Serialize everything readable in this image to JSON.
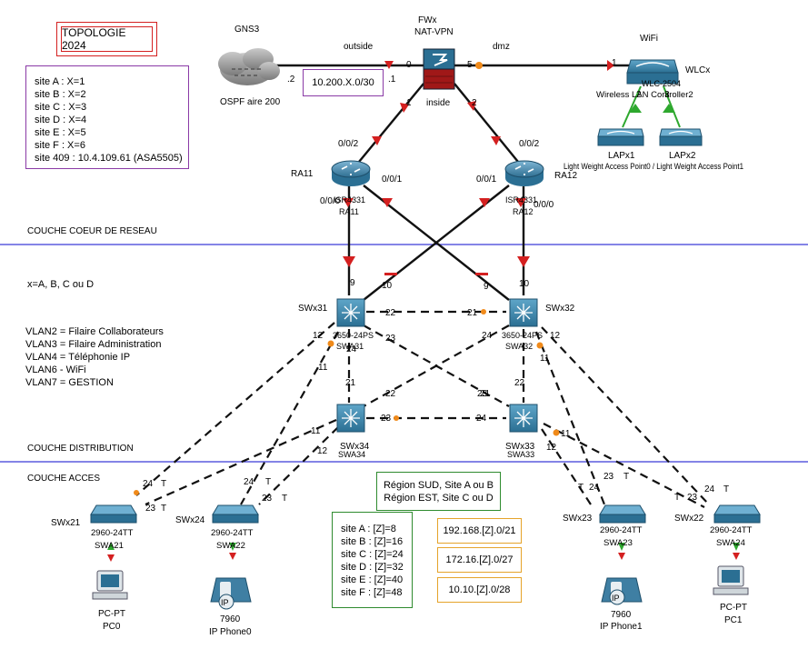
{
  "title": "TOPOLOGIE 2024",
  "sites_x": [
    "site A : X=1",
    "site B : X=2",
    "site C : X=3",
    "site D : X=4",
    "site E : X=5",
    "site F : X=6",
    "site 409 : 10.4.109.61 (ASA5505)"
  ],
  "x_note": "x=A, B, C ou D",
  "vlans": [
    "VLAN2 = Filaire Collaborateurs",
    "VLAN3 = Filaire Administration",
    "VLAN4 = Téléphonie IP",
    "VLAN6 - WiFi",
    "VLAN7 = GESTION"
  ],
  "layers": {
    "core": "COUCHE COEUR DE RESEAU",
    "distribution": "COUCHE DISTRIBUTION",
    "access": "COUCHE ACCES"
  },
  "region": [
    "Région SUD, Site A ou B",
    "Région EST, Site C ou D"
  ],
  "sites_z": [
    "site A : [Z]=8",
    "site B : [Z]=16",
    "site C : [Z]=24",
    "site D : [Z]=32",
    "site E : [Z]=40",
    "site F : [Z]=48"
  ],
  "networks": [
    "192.168.[Z].0/21",
    "172.16.[Z].0/27",
    "10.10.[Z].0/28"
  ],
  "outside_net": "10.200.X.0/30",
  "colors": {
    "link": "#111111",
    "arrow": "#d42020",
    "dot": "#f08a1a",
    "green": "#2ea82e",
    "band": "#3b3bd8",
    "device": "#2f7fa8"
  },
  "devices": {
    "gns3": {
      "name": "GNS3",
      "sub": "OSPF aire 200"
    },
    "fw": {
      "name": "FWx",
      "sub": "NAT-VPN",
      "inside": "inside",
      "outside": "outside",
      "dmz": "dmz"
    },
    "wifi": {
      "title": "WiFi",
      "name": "WLCx",
      "model": "WLC-2504",
      "overlap": "Wireless LAN Controller2"
    },
    "lap1": {
      "name": "LAPx1"
    },
    "lap2": {
      "name": "LAPx2"
    },
    "lap_caption": "Light Weight Access Point0 / Light Weight Access Point1",
    "ra11": {
      "name": "RA11",
      "model": "ISR4331",
      "host": "RA11"
    },
    "ra12": {
      "name": "RA12",
      "model": "ISR4331",
      "host": "RA12"
    },
    "swx31": {
      "name": "SWx31",
      "model": "3650-24PS",
      "host": "SWA31"
    },
    "swx32": {
      "name": "SWx32",
      "model": "3650-24PS",
      "host": "SWA32"
    },
    "swx34": {
      "name": "SWx34",
      "host": "SWA34"
    },
    "swx33": {
      "name": "SWx33",
      "host": "SWA33"
    },
    "swx21": {
      "name": "SWx21",
      "model": "2960-24TT",
      "host": "SWA21"
    },
    "swx24": {
      "name": "SWx24",
      "model": "2960-24TT",
      "host": "SWA22"
    },
    "swx23": {
      "name": "SWx23",
      "model": "2960-24TT",
      "host": "SWA23"
    },
    "swx22": {
      "name": "SWx22",
      "model": "2960-24TT",
      "host": "SWA24"
    },
    "pc0": {
      "type": "PC-PT",
      "name": "PC0"
    },
    "pc1": {
      "type": "PC-PT",
      "name": "PC1"
    },
    "phone0": {
      "model": "7960",
      "name": "IP Phone0",
      "glyph": "IP"
    },
    "phone1": {
      "model": "7960",
      "name": "IP Phone1",
      "glyph": "IP"
    }
  },
  "ports": {
    "gns_fw": "0",
    "gns_side": ".2",
    "fw_side": ".1",
    "fw_dmz": "5",
    "wlc_in": "1",
    "wlc_p2": "2",
    "wlc_p3": "3",
    "fw_1": "1",
    "fw_2": "2",
    "ra11_002": "0/0/2",
    "ra12_002": "0/0/2",
    "ra11_001": "0/0/1",
    "ra11_000": "0/0/0",
    "ra12_001": "0/0/1",
    "ra12_000": "0/0/0",
    "s31_9": "9",
    "s31_10": "10",
    "s32_9": "9",
    "s32_10": "10",
    "s31_22": "22",
    "s32_21": "21",
    "s31_12": "12",
    "s31_24": "24",
    "s31_23": "23",
    "s31_11": "11",
    "s31_21": "21",
    "s32_24": "24",
    "s32_12": "12",
    "s32_11": "11",
    "s32_22": "22",
    "s32_23": "23",
    "s34_22": "22",
    "s34_23": "23",
    "s34_11": "11",
    "s34_12": "12",
    "s33_21": "21",
    "s33_24": "24",
    "s33_11": "11",
    "s33_12": "12",
    "a21_24": "24",
    "a21_t1": "T",
    "a21_23": "23",
    "a21_t2": "T",
    "a24_24": "24",
    "a24_t1": "T",
    "a24_23": "23",
    "a24_t2": "T",
    "a23_t1": "T",
    "a23_24": "24",
    "a23_23": "23",
    "a23_t2": "T",
    "a22_t1": "T",
    "a22_23": "23",
    "a22_24": "24",
    "a22_t2": "T"
  }
}
